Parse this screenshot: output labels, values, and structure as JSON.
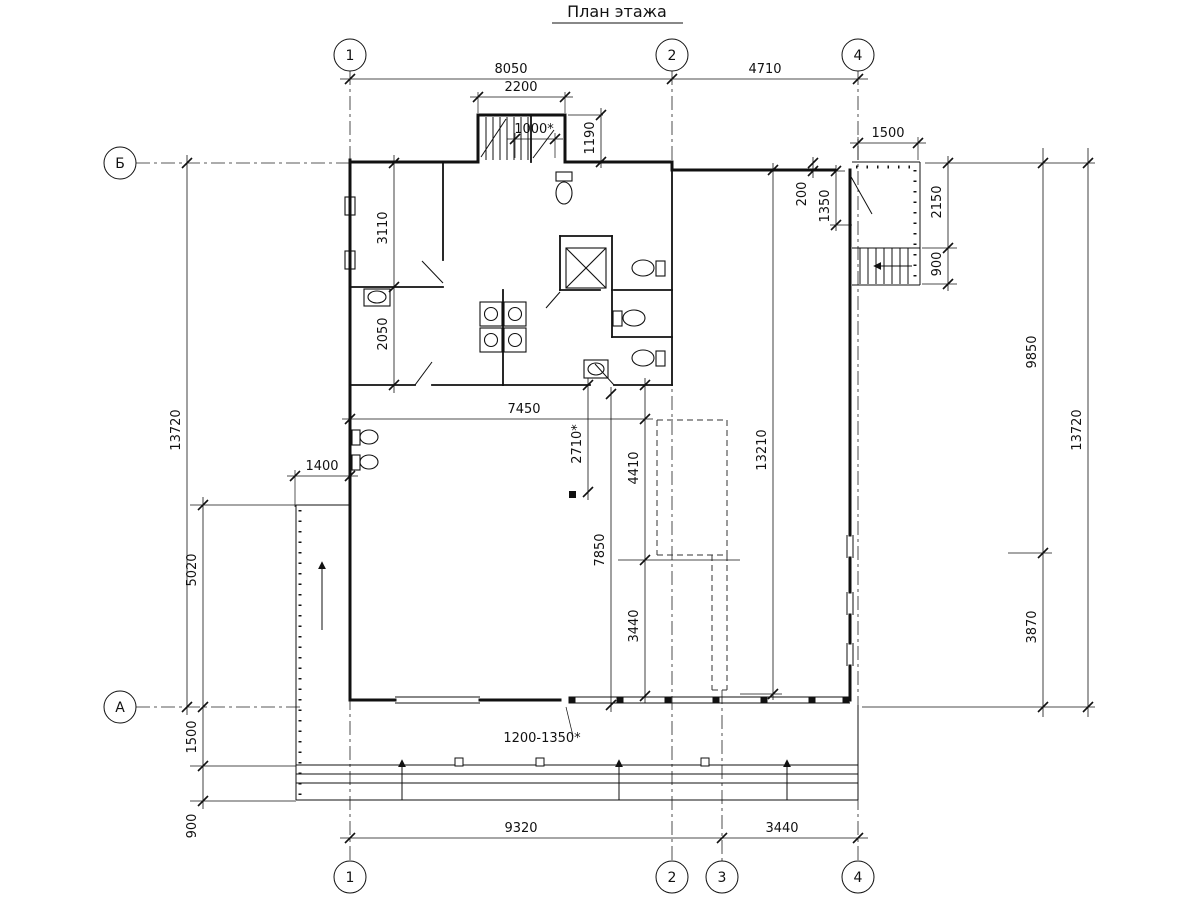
{
  "title": "План этажа",
  "axes": {
    "top": [
      "1",
      "2",
      "4"
    ],
    "bottom": [
      "1",
      "2",
      "3",
      "4"
    ],
    "left": [
      "Б",
      "А"
    ]
  },
  "dims": {
    "top_total_left": "8050",
    "top_total_right": "4710",
    "stair_bay_width": "2200",
    "stair_door": "1000*",
    "stair_bay_depth": "1190",
    "terrace_width": "1500",
    "wall_offset": "200",
    "terrace_door": "1350",
    "terrace_depth": "2150",
    "terrace_stairs": "900",
    "right_span_upper": "9850",
    "right_span_lower": "3870",
    "right_total": "13720",
    "left_total": "13720",
    "room_upper": "3110",
    "room_lower": "2050",
    "ramp_width": "1400",
    "ramp_length": "5020",
    "porch_depth": "1500",
    "porch_edge": "900",
    "corridor_width": "7450",
    "hall_offset": "2710*",
    "hall_upper": "4410",
    "hall_right": "13210",
    "hall_height": "7850",
    "hall_lower": "3440",
    "column_spacing": "1200-1350*",
    "bottom_left": "9320",
    "bottom_right": "3440"
  }
}
